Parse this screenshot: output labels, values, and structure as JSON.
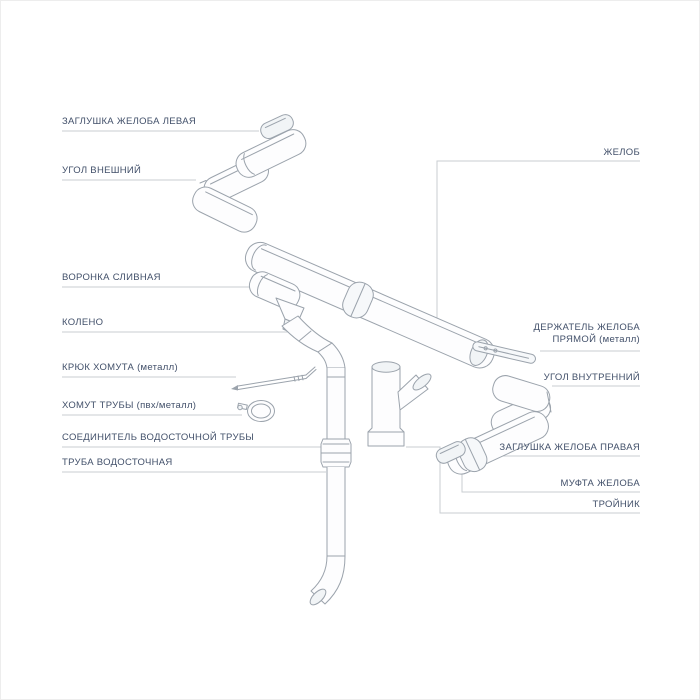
{
  "colors": {
    "text": "#42506a",
    "part_stroke": "#9ba3ac",
    "leader": "#c9cdd2",
    "fill_light": "#f1f4f6",
    "background": "#ffffff"
  },
  "labels": {
    "left": [
      {
        "text": "ЗАГЛУШКА ЖЕЛОБА ЛЕВАЯ"
      },
      {
        "text": "УГОЛ ВНЕШНИЙ"
      },
      {
        "text": "ВОРОНКА СЛИВНАЯ"
      },
      {
        "text": "КОЛЕНО"
      },
      {
        "text": "КРЮК ХОМУТА (металл)"
      },
      {
        "text": "ХОМУТ ТРУБЫ (пвх/металл)"
      },
      {
        "text": "СОЕДИНИТЕЛЬ ВОДОСТОЧНОЙ ТРУБЫ"
      },
      {
        "text": "ТРУБА ВОДОСТОЧНАЯ"
      }
    ],
    "right": [
      {
        "text": "ЖЕЛОБ"
      },
      {
        "text": "ДЕРЖАТЕЛЬ ЖЕЛОБА ПРЯМОЙ (металл)"
      },
      {
        "text": "УГОЛ ВНУТРЕННИЙ"
      },
      {
        "text": "ЗАГЛУШКА ЖЕЛОБА ПРАВАЯ"
      },
      {
        "text": "МУФТА ЖЕЛОБА"
      },
      {
        "text": "ТРОЙНИК"
      }
    ]
  }
}
